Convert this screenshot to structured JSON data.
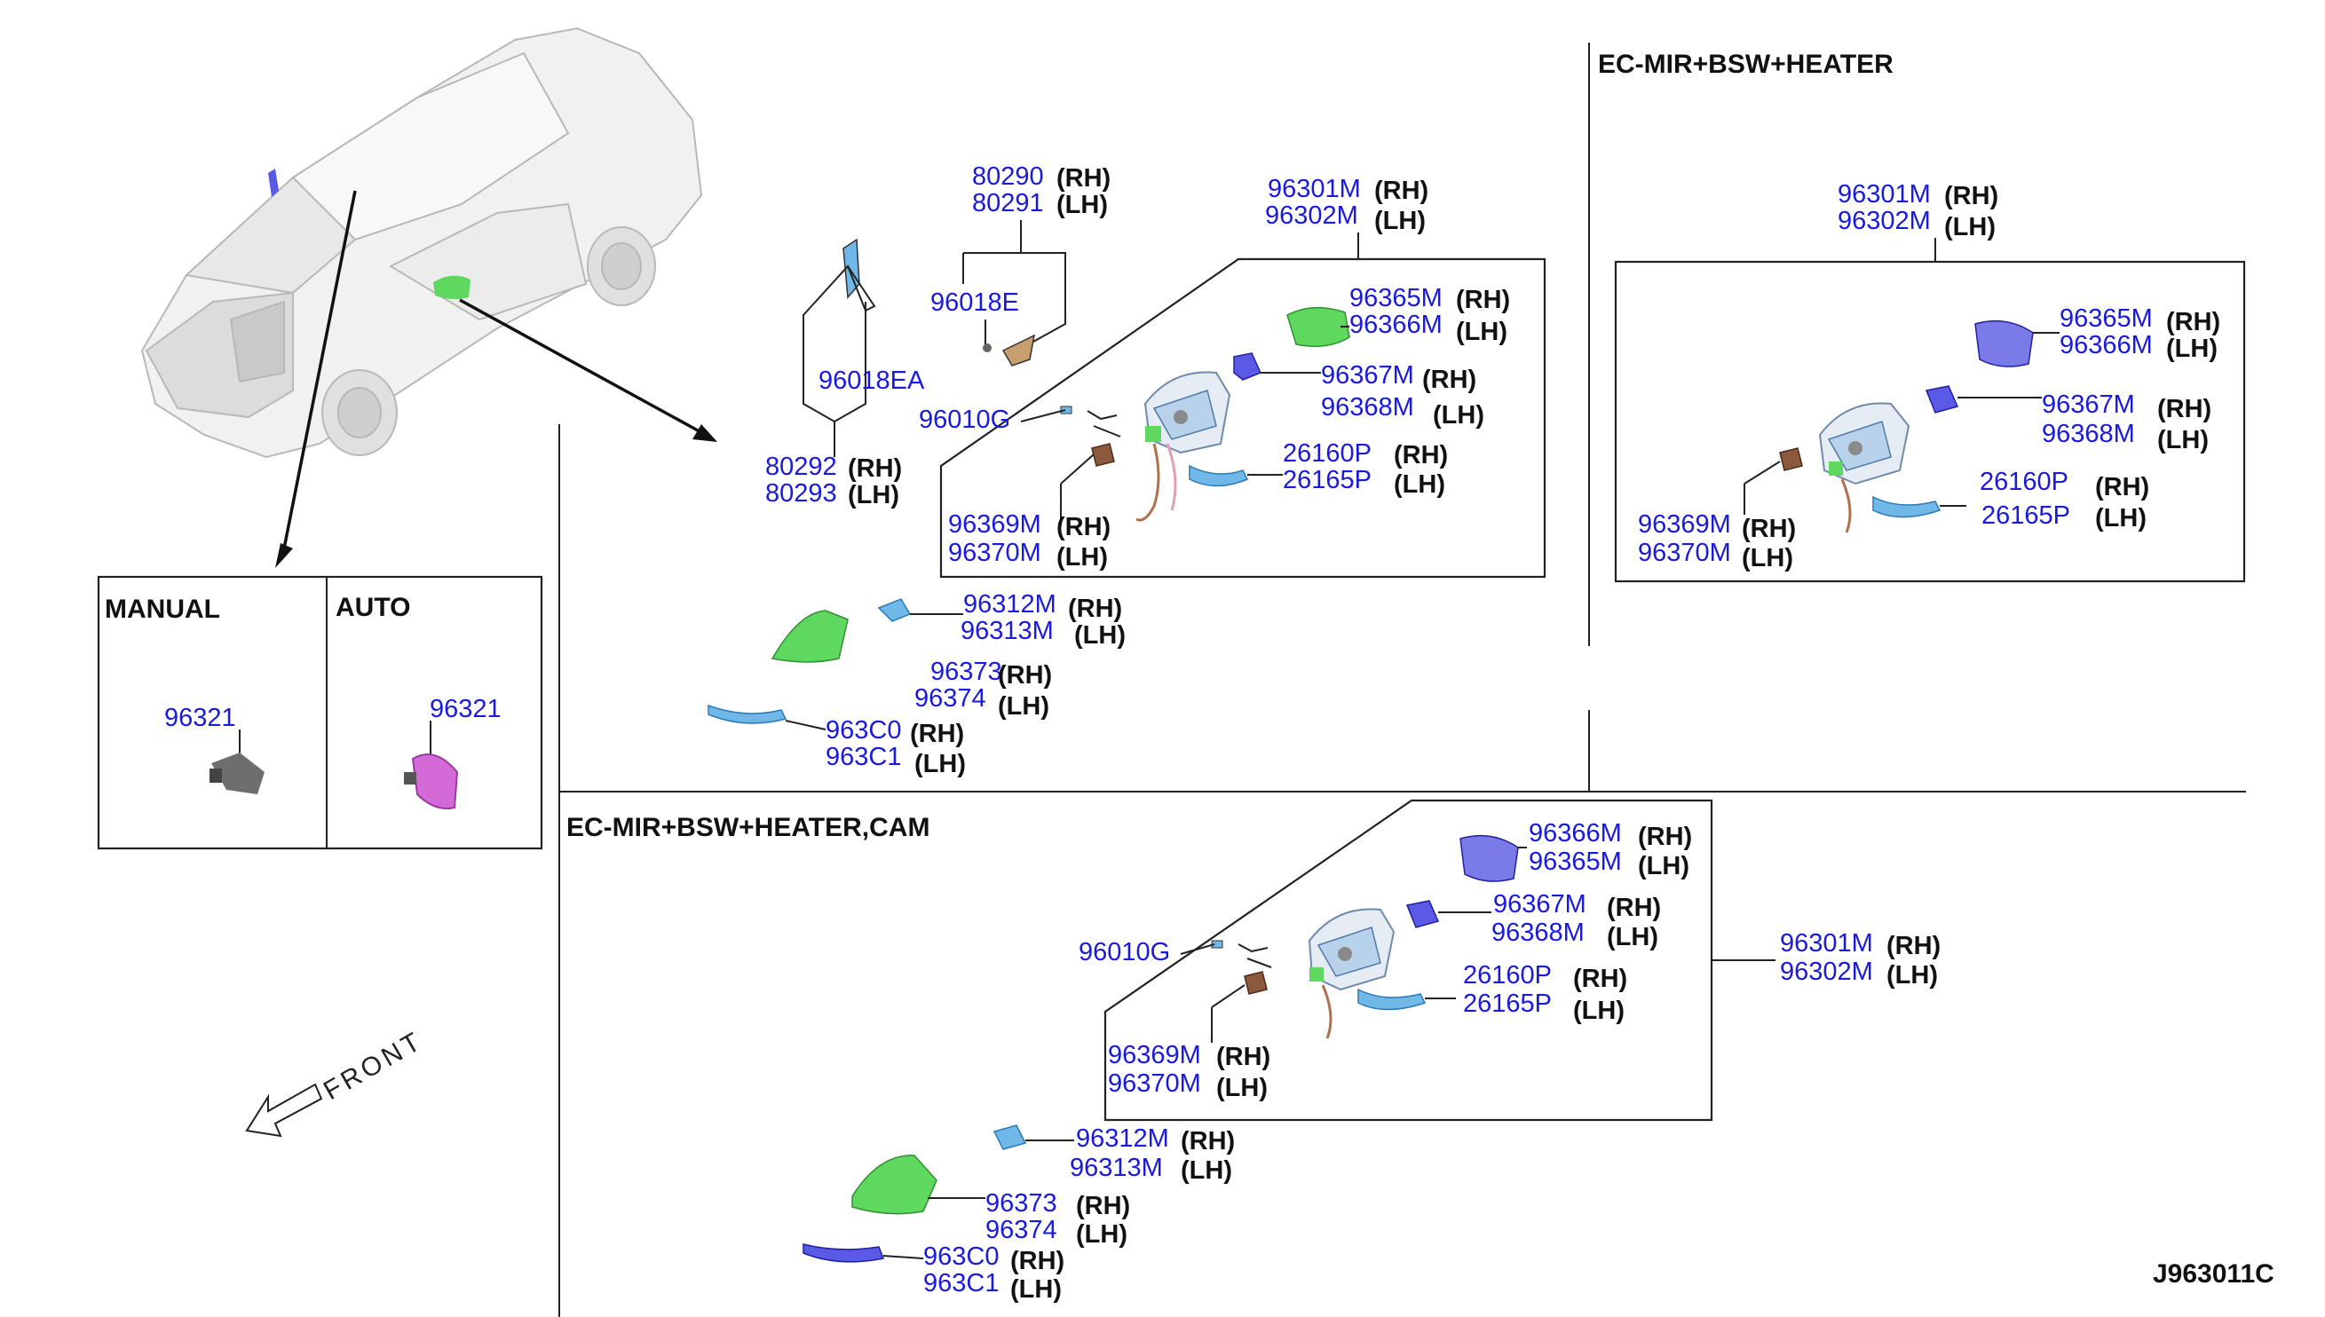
{
  "code": "J963011C",
  "front_label": "FRONT",
  "headers": {
    "variant_top_right": "EC-MIR+BSW+HEATER",
    "variant_bottom": "EC-MIR+BSW+HEATER,CAM",
    "manual": "MANUAL",
    "auto": "AUTO"
  },
  "side": {
    "rh": "(RH)",
    "lh": "(LH)"
  },
  "parts": {
    "p80290": "80290",
    "p80291": "80291",
    "p96018E": "96018E",
    "p96018EA": "96018EA",
    "p80292": "80292",
    "p80293": "80293",
    "p96301M": "96301M",
    "p96302M": "96302M",
    "p96365M": "96365M",
    "p96366M": "96366M",
    "p96367M": "96367M",
    "p96368M": "96368M",
    "p96010G": "96010G",
    "p26160P": "26160P",
    "p26165P": "26165P",
    "p96369M": "96369M",
    "p96370M": "96370M",
    "p96312M": "96312M",
    "p96313M": "96313M",
    "p96373": "96373",
    "p96374": "96374",
    "p963C0": "963C0",
    "p963C1": "963C1",
    "p96321": "96321"
  },
  "colors": {
    "part_number": "#1a1adc",
    "cover_green": "#5fd85f",
    "blue_part": "#5a5ae6",
    "cyan_part": "#6fb8e8",
    "brown_part": "#8b5a3c",
    "auto_mirror": "#d46ad8",
    "manual_mirror": "#666666"
  }
}
